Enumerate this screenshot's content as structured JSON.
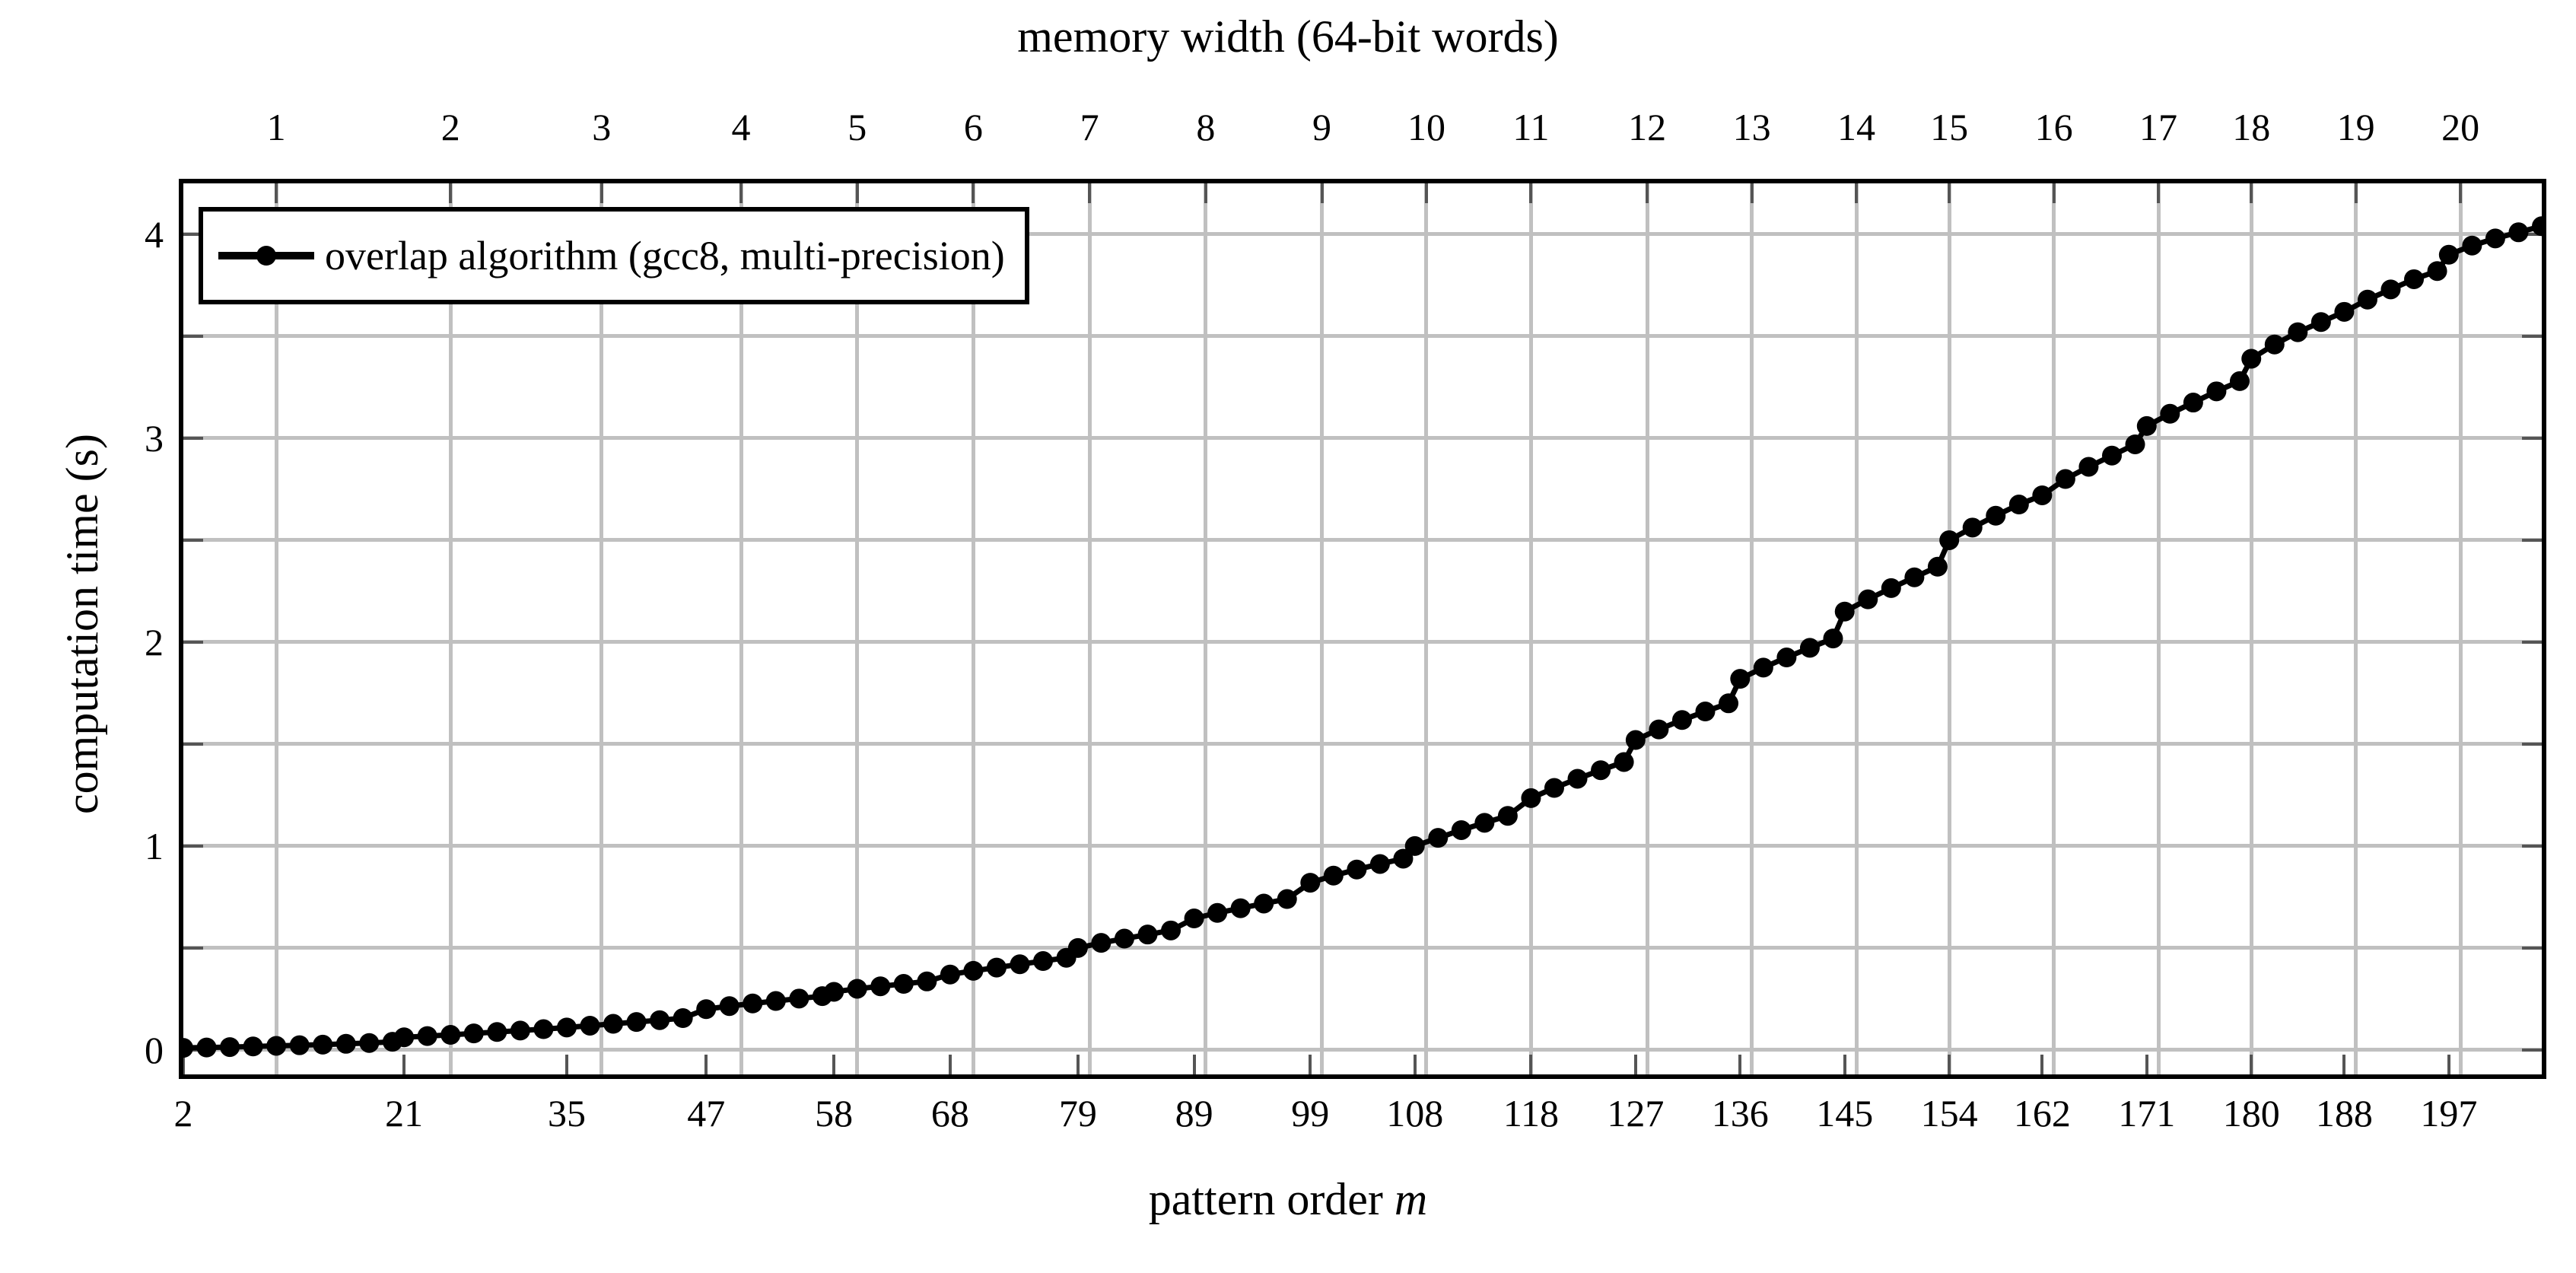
{
  "chart_data": {
    "type": "line",
    "title": "",
    "xlabel": "pattern order m",
    "ylabel": "computation time (s)",
    "top_axis_label": "memory width (64-bit words)",
    "grid": true,
    "legend_position": "top-left",
    "xlim": [
      2,
      205
    ],
    "ylim": [
      -0.12,
      4.25
    ],
    "yticks": [
      0,
      1,
      2,
      3,
      4
    ],
    "ytick_labels": [
      "0",
      "1",
      "2",
      "3",
      "4"
    ],
    "y_minor_ticks": [
      0.5,
      1.5,
      2.5,
      3.5
    ],
    "xticks": [
      2,
      21,
      35,
      47,
      58,
      68,
      79,
      89,
      99,
      108,
      118,
      127,
      136,
      145,
      154,
      162,
      171,
      180,
      188,
      197
    ],
    "xtick_labels": [
      "2",
      "21",
      "35",
      "47",
      "58",
      "68",
      "79",
      "89",
      "99",
      "108",
      "118",
      "127",
      "136",
      "145",
      "154",
      "162",
      "171",
      "180",
      "188",
      "197"
    ],
    "top_xticks": [
      10,
      25,
      38,
      50,
      60,
      70,
      80,
      90,
      100,
      109,
      118,
      128,
      137,
      146,
      154,
      163,
      172,
      180,
      189,
      198
    ],
    "top_xtick_labels": [
      "1",
      "2",
      "3",
      "4",
      "5",
      "6",
      "7",
      "8",
      "9",
      "10",
      "11",
      "12",
      "13",
      "14",
      "15",
      "16",
      "17",
      "18",
      "19",
      "20"
    ],
    "series": [
      {
        "name": "overlap algorithm (gcc8, multi-precision)",
        "marker": "circle",
        "color": "#000000",
        "x": [
          2,
          4,
          6,
          8,
          10,
          12,
          14,
          16,
          18,
          20,
          21,
          23,
          25,
          27,
          29,
          31,
          33,
          35,
          37,
          39,
          41,
          43,
          45,
          47,
          49,
          51,
          53,
          55,
          57,
          58,
          60,
          62,
          64,
          66,
          68,
          70,
          72,
          74,
          76,
          78,
          79,
          81,
          83,
          85,
          87,
          89,
          91,
          93,
          95,
          97,
          99,
          101,
          103,
          105,
          107,
          108,
          110,
          112,
          114,
          116,
          118,
          120,
          122,
          124,
          126,
          127,
          129,
          131,
          133,
          135,
          136,
          138,
          140,
          142,
          144,
          145,
          147,
          149,
          151,
          153,
          154,
          156,
          158,
          160,
          162,
          164,
          166,
          168,
          170,
          171,
          173,
          175,
          177,
          179,
          180,
          182,
          184,
          186,
          188,
          190,
          192,
          194,
          196,
          197,
          199,
          201,
          203,
          205
        ],
        "y": [
          0.01,
          0.012,
          0.014,
          0.017,
          0.02,
          0.023,
          0.026,
          0.03,
          0.034,
          0.04,
          0.062,
          0.068,
          0.074,
          0.081,
          0.088,
          0.095,
          0.102,
          0.11,
          0.119,
          0.128,
          0.137,
          0.146,
          0.156,
          0.2,
          0.215,
          0.228,
          0.24,
          0.252,
          0.264,
          0.285,
          0.3,
          0.312,
          0.324,
          0.336,
          0.37,
          0.388,
          0.404,
          0.42,
          0.436,
          0.452,
          0.5,
          0.525,
          0.546,
          0.566,
          0.586,
          0.645,
          0.672,
          0.695,
          0.718,
          0.74,
          0.82,
          0.855,
          0.885,
          0.912,
          0.938,
          1.0,
          1.04,
          1.078,
          1.114,
          1.148,
          1.235,
          1.285,
          1.33,
          1.372,
          1.412,
          1.52,
          1.572,
          1.618,
          1.66,
          1.7,
          1.82,
          1.875,
          1.925,
          1.972,
          2.018,
          2.15,
          2.21,
          2.265,
          2.318,
          2.37,
          2.5,
          2.562,
          2.62,
          2.675,
          2.72,
          2.8,
          2.86,
          2.915,
          2.97,
          3.06,
          3.12,
          3.175,
          3.23,
          3.28,
          3.39,
          3.46,
          3.52,
          3.57,
          3.62,
          3.68,
          3.73,
          3.78,
          3.82,
          3.9,
          3.945,
          3.98,
          4.01,
          4.04
        ]
      }
    ]
  },
  "legend": {
    "entries": [
      {
        "label": "overlap algorithm (gcc8, multi-precision)"
      }
    ]
  },
  "axes": {
    "top_title": "memory width (64-bit words)",
    "bottom_title_prefix": "pattern order ",
    "bottom_title_var": "m",
    "left_title": "computation time (s)"
  },
  "colors": {
    "axis": "#000000",
    "grid": "#c0c0c0",
    "tick": "#555555",
    "series": "#000000",
    "background": "#ffffff"
  }
}
